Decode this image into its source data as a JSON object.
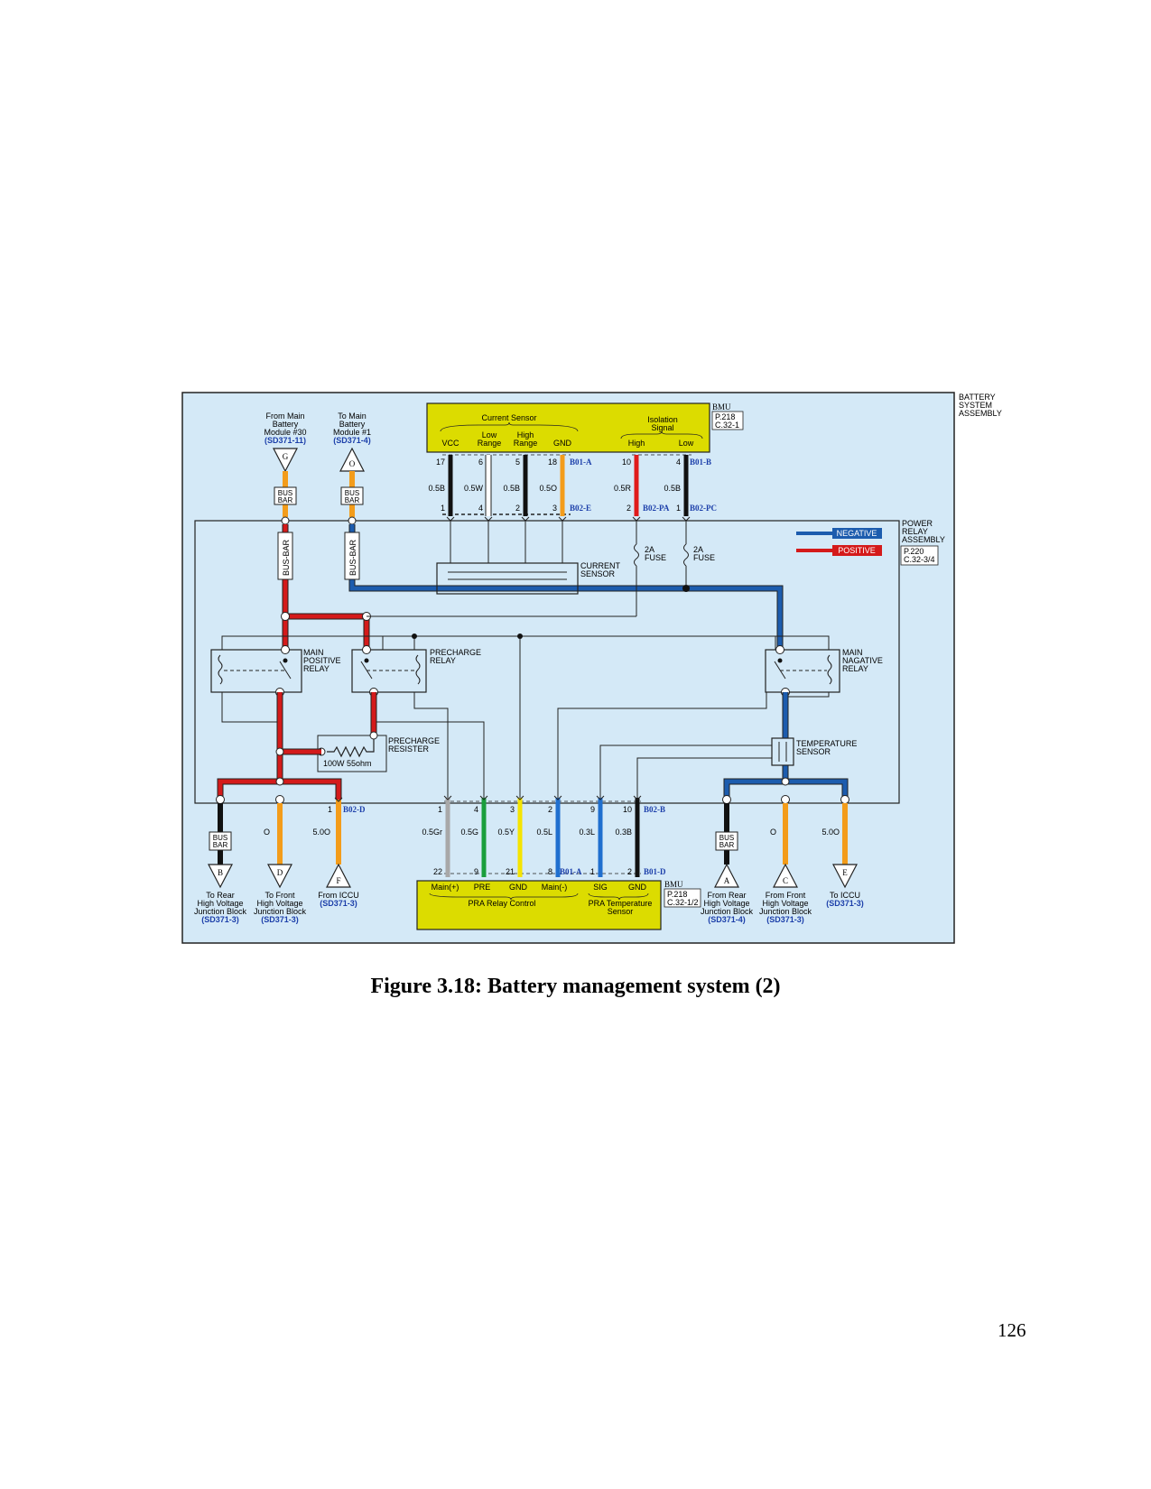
{
  "assembly": {
    "battery_system": [
      "BATTERY",
      "SYSTEM",
      "ASSEMBLY"
    ],
    "power_relay": [
      "POWER",
      "RELAY",
      "ASSEMBLY"
    ],
    "power_relay_ref": [
      "P.220",
      "C.32-3/4"
    ]
  },
  "bmu_top": {
    "label": "BMU",
    "ref": [
      "P.218",
      "C.32-1"
    ],
    "current_sensor_title": "Current Sensor",
    "low_range": [
      "Low",
      "Range"
    ],
    "high_range": [
      "High",
      "Range"
    ],
    "vcc": "VCC",
    "gnd": "GND",
    "isolation": [
      "Isolation",
      "Signal"
    ],
    "iso_high": "High",
    "iso_low": "Low"
  },
  "bmu_bottom": {
    "label": "BMU",
    "ref": [
      "P.218",
      "C.32-1/2"
    ],
    "pins": [
      "Main(+)",
      "PRE",
      "GND",
      "Main(-)",
      "SIG",
      "GND"
    ],
    "pra_relay_control": "PRA Relay Control",
    "pra_temp": [
      "PRA Temperature",
      "Sensor"
    ]
  },
  "top_wires": [
    {
      "pin_top": "17",
      "gauge": "0.5B",
      "pin_bottom": "1",
      "color": "#111111"
    },
    {
      "pin_top": "6",
      "gauge": "0.5W",
      "pin_bottom": "4",
      "color": "#ffffff"
    },
    {
      "pin_top": "5",
      "gauge": "0.5B",
      "pin_bottom": "2",
      "color": "#111111"
    },
    {
      "pin_top": "18",
      "gauge": "0.5O",
      "pin_bottom": "3",
      "color": "#f39c1a"
    },
    {
      "pin_top": "10",
      "gauge": "0.5R",
      "pin_bottom": "2",
      "color": "#e01b1b"
    },
    {
      "pin_top": "4",
      "gauge": "0.5B",
      "pin_bottom": "1",
      "color": "#111111"
    }
  ],
  "top_connectors": {
    "b01a": "B01-A",
    "b01b": "B01-B",
    "b02e": "B02-E",
    "b02pa": "B02-PA",
    "b02pc": "B02-PC"
  },
  "bottom_wires": [
    {
      "pin_top": "1",
      "gauge": "0.5Gr",
      "pin_bottom": "22",
      "color": "#a8a8a8"
    },
    {
      "pin_top": "4",
      "gauge": "0.5G",
      "pin_bottom": "9",
      "color": "#1a9e3c"
    },
    {
      "pin_top": "3",
      "gauge": "0.5Y",
      "pin_bottom": "21",
      "color": "#f5e400"
    },
    {
      "pin_top": "2",
      "gauge": "0.5L",
      "pin_bottom": "8",
      "color": "#1f6fcf"
    },
    {
      "pin_top": "9",
      "gauge": "0.3L",
      "pin_bottom": "1",
      "color": "#1f6fcf"
    },
    {
      "pin_top": "10",
      "gauge": "0.3B",
      "pin_bottom": "2",
      "color": "#111111"
    }
  ],
  "bottom_connectors": {
    "b02b": "B02-B",
    "b01a": "B01-A",
    "b01d": "B01-D",
    "b02d": "B02-D"
  },
  "left_top": {
    "from_main": [
      "From Main",
      "Battery",
      "Module #30"
    ],
    "from_main_ref": "(SD371-11)",
    "to_main": [
      "To Main",
      "Battery",
      "Module #1"
    ],
    "to_main_ref": "(SD371-4)",
    "tri_g": "G",
    "tri_o": "O",
    "bus_bar": [
      "BUS",
      "BAR"
    ],
    "bus_bar_vertical": "BUS-BAR"
  },
  "components": {
    "current_sensor": [
      "CURRENT",
      "SENSOR"
    ],
    "fuse": [
      "2A",
      "FUSE"
    ],
    "main_positive_relay": [
      "MAIN",
      "POSITIVE",
      "RELAY"
    ],
    "precharge_relay": [
      "PRECHARGE",
      "RELAY"
    ],
    "main_negative_relay": [
      "MAIN",
      "NAGATIVE",
      "RELAY"
    ],
    "precharge_resister": [
      "PRECHARGE",
      "RESISTER"
    ],
    "resistor_value": "100W 55ohm",
    "temperature_sensor": [
      "TEMPERATURE",
      "SENSOR"
    ]
  },
  "legend": {
    "negative": "NEGATIVE",
    "positive": "POSITIVE",
    "negative_color": "#1c5cae",
    "positive_color": "#d41a1a"
  },
  "bottom_left": {
    "gauge_o": "O",
    "gauge_5o": "5.0O",
    "pin_1": "1",
    "tri_b": "B",
    "tri_d": "D",
    "tri_f": "F",
    "to_rear": [
      "To Rear",
      "High Voltage",
      "Junction Block"
    ],
    "to_rear_ref": "(SD371-3)",
    "to_front": [
      "To Front",
      "High Voltage",
      "Junction Block"
    ],
    "to_front_ref": "(SD371-3)",
    "from_iccu": "From ICCU",
    "from_iccu_ref": "(SD371-3)"
  },
  "bottom_right": {
    "gauge_o": "O",
    "gauge_5o": "5.0O",
    "tri_a": "A",
    "tri_c": "C",
    "tri_e": "E",
    "from_rear": [
      "From Rear",
      "High Voltage",
      "Junction Block"
    ],
    "from_rear_ref": "(SD371-4)",
    "from_front": [
      "From Front",
      "High Voltage",
      "Junction Block"
    ],
    "from_front_ref": "(SD371-3)",
    "to_iccu": "To ICCU",
    "to_iccu_ref": "(SD371-3)"
  },
  "colors": {
    "panel": "#d4e9f7",
    "yellow_block": "#dcdc00",
    "orange": "#f39c1a",
    "red": "#d41a1a",
    "blue": "#1c5cae",
    "ref_blue": "#1c3faa"
  },
  "caption": "Figure 3.18: Battery management system (2)",
  "page_number": "126"
}
